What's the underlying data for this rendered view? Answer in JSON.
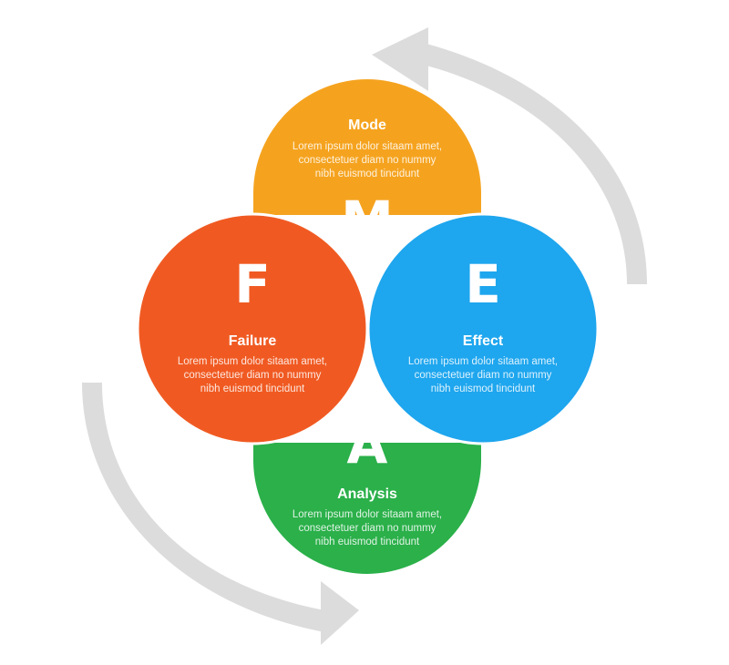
{
  "colors": {
    "mode": "#f5a31f",
    "failure": "#f05a22",
    "effect": "#1ea6ee",
    "analysis": "#2bb04a",
    "arrows": "#dcdcdc",
    "outline": "#ffffff"
  },
  "nodes": {
    "mode": {
      "letter": "M",
      "title": "Mode",
      "lines": [
        "Lorem ipsum dolor sitaam amet,",
        "consectetuer diam no nummy",
        "nibh euismod tincidunt"
      ]
    },
    "failure": {
      "letter": "F",
      "title": "Failure",
      "lines": [
        "Lorem ipsum dolor sitaam amet,",
        "consectetuer diam no nummy",
        "nibh euismod tincidunt"
      ]
    },
    "effect": {
      "letter": "E",
      "title": "Effect",
      "lines": [
        "Lorem ipsum dolor sitaam amet,",
        "consectetuer diam no nummy",
        "nibh euismod tincidunt"
      ]
    },
    "analysis": {
      "letter": "A",
      "title": "Analysis",
      "lines": [
        "Lorem ipsum dolor sitaam amet,",
        "consectetuer diam no nummy",
        "nibh euismod tincidunt"
      ]
    }
  },
  "arrows": {
    "top_right": "curved-arrow-icon",
    "bottom_left": "curved-arrow-icon"
  }
}
